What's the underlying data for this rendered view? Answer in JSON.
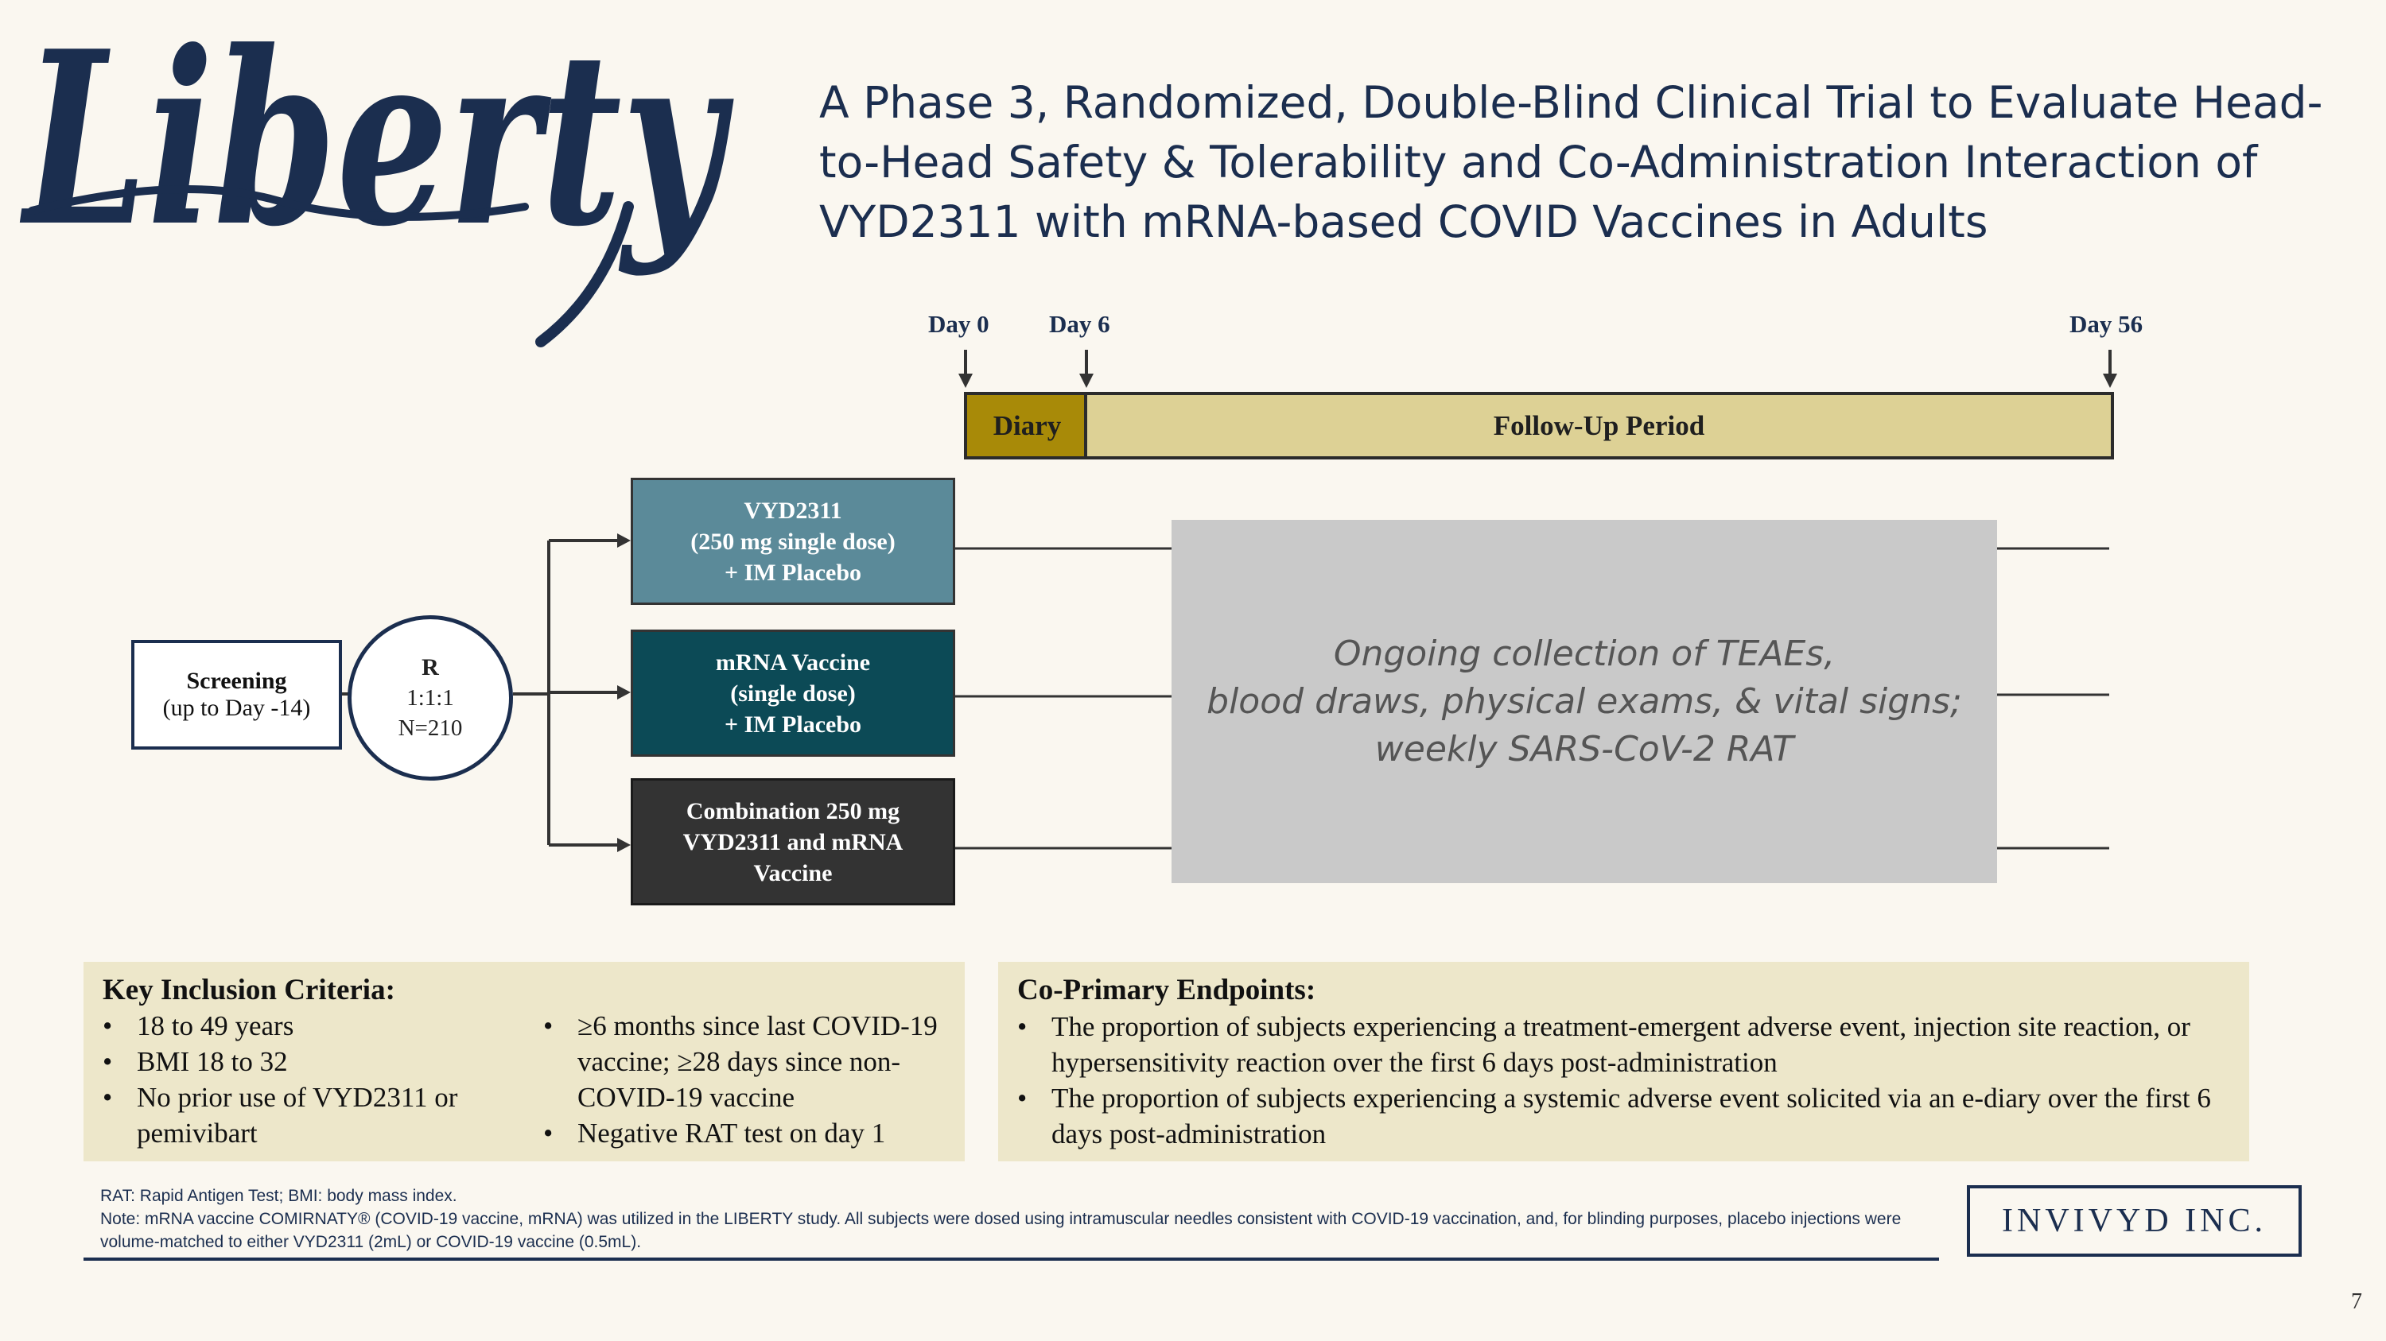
{
  "logo": {
    "wordmark": "Liberty"
  },
  "title": "A Phase 3, Randomized, Double-Blind Clinical Trial to Evaluate Head-to-Head Safety & Tolerability and Co-Administration Interaction of VYD2311 with mRNA-based COVID Vaccines in Adults",
  "timeline": {
    "day_labels": [
      "Day 0",
      "Day 6",
      "Day 56"
    ],
    "diary_label": "Diary",
    "followup_label": "Follow-Up Period"
  },
  "screening": {
    "title": "Screening",
    "subtitle": "(up to Day -14)"
  },
  "randomization": {
    "letter": "R",
    "ratio": "1:1:1",
    "n": "N=210"
  },
  "arms": [
    {
      "lines": [
        "VYD2311",
        "(250 mg single dose)",
        "+ IM Placebo"
      ]
    },
    {
      "lines": [
        "mRNA Vaccine",
        "(single dose)",
        "+ IM Placebo"
      ]
    },
    {
      "lines": [
        "Combination 250 mg",
        "VYD2311 and mRNA",
        "Vaccine"
      ]
    }
  ],
  "collection": {
    "lines": [
      "Ongoing collection of TEAEs,",
      "blood draws, physical exams, & vital signs;",
      "weekly SARS-CoV-2 RAT"
    ]
  },
  "inclusion": {
    "title": "Key Inclusion Criteria:",
    "col1": [
      "18 to 49 years",
      "BMI 18 to 32",
      "No prior use of VYD2311 or pemivibart"
    ],
    "col2": [
      "≥6 months since last COVID-19 vaccine; ≥28 days since non-COVID-19 vaccine",
      "Negative RAT test on day 1"
    ]
  },
  "endpoints": {
    "title": "Co-Primary Endpoints:",
    "items": [
      "The proportion of subjects experiencing a treatment-emergent adverse event, injection site reaction, or hypersensitivity reaction over the first 6 days post-administration",
      "The proportion of subjects experiencing a systemic adverse event solicited via an e-diary over the first 6 days post-administration"
    ]
  },
  "footnotes": [
    "RAT: Rapid Antigen Test; BMI: body mass index.",
    "Note: mRNA vaccine COMIRNATY® (COVID-19 vaccine, mRNA) was utilized in the LIBERTY study. All subjects were dosed using intramuscular needles consistent with COVID-19 vaccination, and, for blinding purposes, placebo injections were volume-matched to either VYD2311 (2mL) or COVID-19 vaccine (0.5mL)."
  ],
  "brand": "INVIVYD INC.",
  "page_number": "7",
  "colors": {
    "navy": "#1B2E4F",
    "diary": "#A88A08",
    "followup": "#DDD195",
    "arm1": "#5B8A99",
    "arm2": "#0C4A56",
    "arm3": "#333333",
    "panel": "#EDE7CA",
    "collection": "#C9C9C9"
  }
}
